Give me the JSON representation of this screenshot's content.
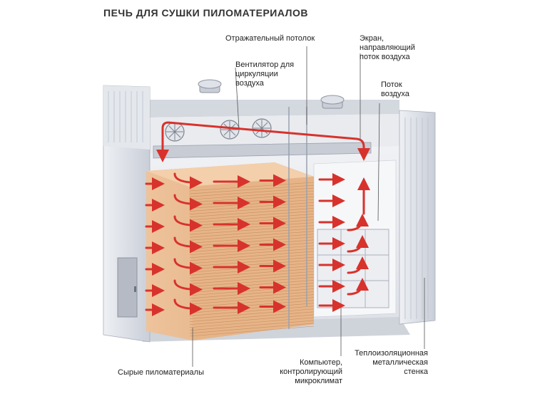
{
  "title": "ПЕЧЬ ДЛЯ СУШКИ ПИЛОМАТЕРИАЛОВ",
  "labels": {
    "reflective_ceiling": "Отражательный потолок",
    "fan": "Вентилятор для\nциркуляции\nвоздуха",
    "screen": "Экран,\nнаправляющий\nпоток воздуха",
    "air_flow": "Поток\nвоздуха",
    "raw_lumber": "Сырые пиломатериалы",
    "computer": "Компьютер, контролирующий\nмикроклимат",
    "insulated_wall": "Теплоизоляционная\nметаллическая\nстенка"
  },
  "colors": {
    "arrow": "#d8322c",
    "lumber": "#e3b184",
    "wall": "#dfe3ea",
    "wall_dark": "#b9bfc9",
    "leader": "#555555"
  }
}
